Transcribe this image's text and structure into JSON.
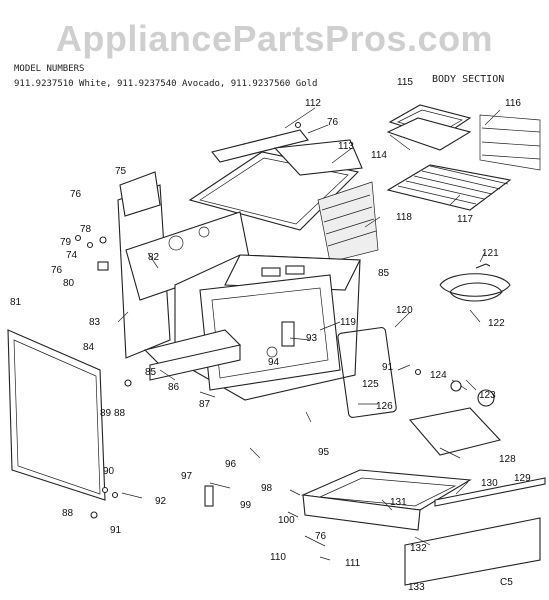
{
  "watermark": "AppliancePartsPros.com",
  "header": {
    "title": "MODEL NUMBERS",
    "models": "911.9237510 White, 911.9237540 Avocado, 911.9237560 Gold",
    "section": "BODY SECTION"
  },
  "footer_code": "C5",
  "callouts": {
    "c74": "74",
    "c75": "75",
    "c76": "76",
    "c78": "78",
    "c79": "79",
    "c80": "80",
    "c81": "81",
    "c82": "82",
    "c83": "83",
    "c84": "84",
    "c85": "85",
    "c86": "86",
    "c87": "87",
    "c88": "88",
    "c89": "89",
    "c90": "90",
    "c91": "91",
    "c92": "92",
    "c93": "93",
    "c94": "94",
    "c95": "95",
    "c96": "96",
    "c97": "97",
    "c98": "98",
    "c99": "99",
    "c100": "100",
    "c110": "110",
    "c111": "111",
    "c112": "112",
    "c113": "113",
    "c114": "114",
    "c115": "115",
    "c116": "116",
    "c117": "117",
    "c118": "118",
    "c119": "119",
    "c120": "120",
    "c121": "121",
    "c122": "122",
    "c123": "123",
    "c124": "124",
    "c125": "125",
    "c126": "126",
    "c128": "128",
    "c129": "129",
    "c130": "130",
    "c131": "131",
    "c132": "132",
    "c133": "133"
  }
}
